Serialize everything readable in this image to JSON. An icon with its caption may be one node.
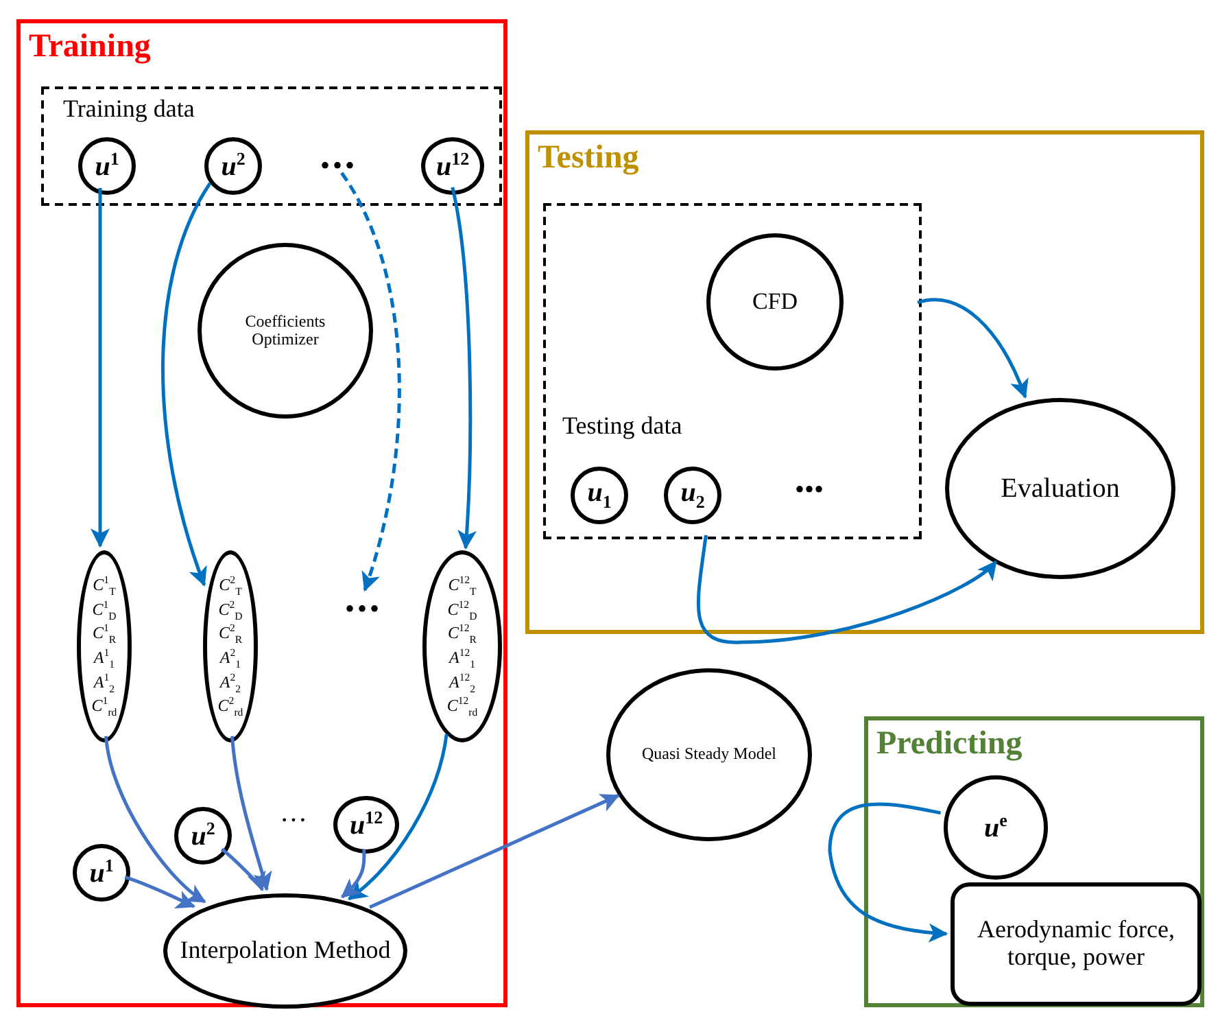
{
  "diagram": {
    "nodes": [
      {
        "text": [
          "Training"
        ]
      },
      {
        "text": [
          "Training data"
        ],
        "in": 0
      },
      {
        "text": [
          "u$^{1}$"
        ],
        "in": 1
      },
      {
        "text": [
          "u$^{2}$"
        ],
        "in": 1
      },
      {
        "text": [
          "u$^{12}$"
        ],
        "in": 1
      },
      {
        "text": [
          "•••"
        ],
        "in": 1
      },
      {
        "text": [
          "Coefficients Optimizer"
        ],
        "in": 0
      },
      {
        "text": [
          "C$^{1}$$_{T}$",
          "C$^{1}$$_{D}$",
          "C$^{1}$$_{R}$",
          "A$^{1}$$_{1}$",
          "A$^{1}$$_{2}$",
          "C$^{1}$$_{rd}$"
        ],
        "in": 0
      },
      {
        "text": [
          "C$^{2}$$_{T}$",
          "C$^{2}$$_{D}$",
          "C$^{2}$$_{R}$",
          "A$^{2}$$_{1}$",
          "A$^{2}$$_{2}$",
          "C$^{2}$$_{rd}$"
        ],
        "in": 0
      },
      {
        "text": [
          "•••"
        ],
        "in": 0
      },
      {
        "text": [
          "C$^{12}$$_{T}$",
          "C$^{12}$$_{D}$",
          "C$^{12}$$_{R}$",
          "A$^{12}$$_{1}$",
          "A$^{12}$$_{2}$",
          "C$^{12}$$_{rd}$"
        ],
        "in": 0
      },
      {
        "text": [
          "u$^{1}$"
        ],
        "in": 0
      },
      {
        "text": [
          "u$^{2}$"
        ],
        "in": 0
      },
      {
        "text": [
          "u$^{12}$"
        ],
        "in": 0
      },
      {
        "text": [
          "Interpolation Method"
        ],
        "in": 0
      },
      {
        "text": [
          "Testing"
        ]
      },
      {
        "text": [
          "Testing data"
        ],
        "in": 15
      },
      {
        "text": [
          "CFD"
        ],
        "in": 16
      },
      {
        "text": [
          "u$_{1}$"
        ],
        "in": 16
      },
      {
        "text": [
          "u$_{2}$"
        ],
        "in": 16
      },
      {
        "text": [
          "Evaluation"
        ],
        "in": 15
      },
      {
        "text": [
          "Quasi Steady Model"
        ]
      },
      {
        "text": [
          "Predicting"
        ]
      },
      {
        "text": [
          "u$^{e}$"
        ],
        "in": 22
      },
      {
        "text": [
          "Aerodynamic force, torque, power"
        ],
        "in": 22
      }
    ],
    "edges": [
      {
        "from": 2,
        "to": 7,
        "arrow": "to"
      },
      {
        "from": 3,
        "to": 8,
        "arrow": "to"
      },
      {
        "from": 5,
        "to": 9,
        "arrow": "to",
        "style": "dashed"
      },
      {
        "from": 4,
        "to": 10,
        "arrow": "to"
      },
      {
        "from": 7,
        "to": 14,
        "arrow": "to",
        "color": "#4472c4"
      },
      {
        "from": 8,
        "to": 14,
        "arrow": "to",
        "color": "#4472c4"
      },
      {
        "from": 10,
        "to": 14,
        "arrow": "to"
      },
      {
        "from": 11,
        "to": 14,
        "arrow": "to",
        "color": "#4472c4"
      },
      {
        "from": 12,
        "to": 14,
        "arrow": "to",
        "color": "#4472c4"
      },
      {
        "from": 13,
        "to": 14,
        "arrow": "to",
        "color": "#4472c4"
      },
      {
        "from": 14,
        "to": 21,
        "arrow": "to",
        "color": "#4472c4"
      },
      {
        "from": 16,
        "to": 20,
        "arrow": "to"
      },
      {
        "from": 16,
        "to": 20,
        "arrow": "to"
      },
      {
        "from": 23,
        "to": 24,
        "arrow": "to"
      }
    ],
    "labels": [
      "•••",
      "···"
    ]
  }
}
